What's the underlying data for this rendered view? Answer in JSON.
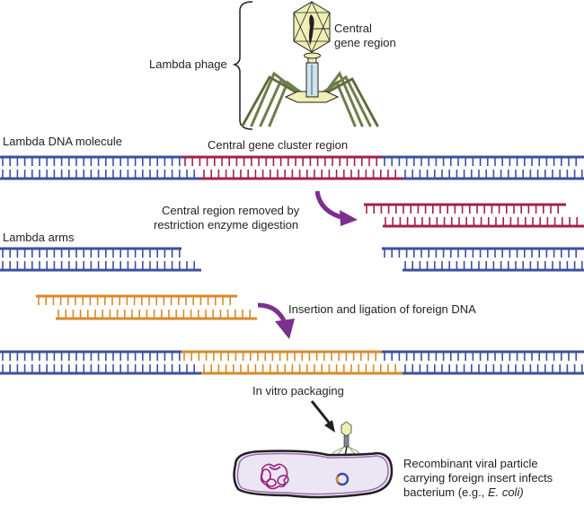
{
  "labels": {
    "lambda_phage": "Lambda phage",
    "central_gene_region_1": "Central",
    "central_gene_region_2": "gene region",
    "lambda_dna_molecule": "Lambda DNA molecule",
    "central_gene_cluster_region": "Central gene cluster region",
    "removed_1": "Central region removed by",
    "removed_2": "restriction enzyme digestion",
    "lambda_arms": "Lambda arms",
    "insertion": "Insertion and ligation of foreign DNA",
    "packaging": "In vitro packaging",
    "recombinant_1": "Recombinant viral particle",
    "recombinant_2": "carrying foreign insert infects",
    "recombinant_3": "bacterium (e.g., ",
    "recombinant_species": "E. coli)"
  },
  "colors": {
    "lambda_dna": "#3d4fa0",
    "central_region": "#a0224e",
    "foreign_dna": "#d88a2a",
    "arrow_purple": "#7b2f8e",
    "capsid": "#eef0b4",
    "tail_fibers": "#6f7d4a",
    "bacterium_fill": "#ece6f4",
    "bacterium_membrane": "#9a6fb3",
    "chromosome": "#9a1f7d"
  }
}
